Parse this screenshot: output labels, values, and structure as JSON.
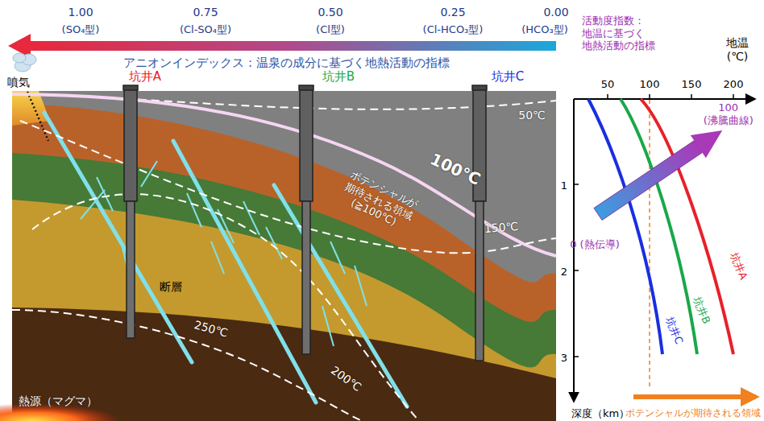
{
  "diagram": {
    "labels": [
      "1.00",
      "(SO₄型)",
      "0.75",
      "(Cl-SO₄型)",
      "0.50",
      "(Cl型)",
      "0.25",
      "(Cl-HCO₃型)",
      "0.00",
      "(HCO₃型)",
      "アニオンインデックス：温泉の成分に基づく地熱活動の指標",
      "噴気",
      "坑井A",
      "坑井B",
      "坑井C",
      "50℃",
      "100℃",
      "ポテンシャルが 期待される領域 (≧100℃)",
      "150℃",
      "断層",
      "250℃",
      "200℃",
      "熱源（マグマ）",
      "活動度指数： 地温に基づく 地熱活動の指標",
      "地温 (℃)",
      "50",
      "100",
      "150",
      "200",
      "1",
      "2",
      "3",
      "深度（km）",
      "100 (沸騰曲線)",
      "0 (熱伝導)",
      "坑井A",
      "坑井B",
      "坑井C",
      "ポテンシャルが期待される領域"
    ]
  }
}
